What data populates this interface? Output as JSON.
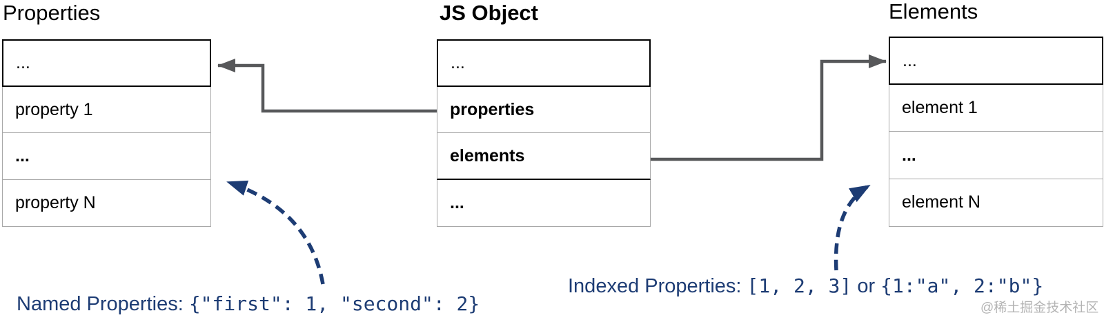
{
  "diagram": {
    "tables": {
      "properties": {
        "title": "Properties",
        "rows": [
          {
            "text": "..."
          },
          {
            "text": "property 1"
          },
          {
            "text": "..."
          },
          {
            "text": "property N"
          }
        ]
      },
      "js_object": {
        "title": "JS Object",
        "rows": [
          {
            "text": "..."
          },
          {
            "text": "properties"
          },
          {
            "text": "elements"
          },
          {
            "text": "..."
          }
        ]
      },
      "elements": {
        "title": "Elements",
        "rows": [
          {
            "text": "..."
          },
          {
            "text": "element 1"
          },
          {
            "text": "..."
          },
          {
            "text": "element N"
          }
        ]
      }
    },
    "annotations": {
      "named": {
        "label": "Named Properties: ",
        "code": "{\"first\": 1, \"second\": 2}"
      },
      "indexed": {
        "label": "Indexed Properties: ",
        "code_array": "[1, 2, 3]",
        "connector": " or ",
        "code_object": "{1:\"a\", 2:\"b\"}"
      }
    },
    "watermark": "@稀土掘金技术社区",
    "colors": {
      "annotation_blue": "#1d3c74",
      "arrow_gray": "#57585a",
      "border_gray": "#a8a8a8",
      "border_black": "#000000",
      "watermark_gray": "#b3b3b3"
    }
  }
}
